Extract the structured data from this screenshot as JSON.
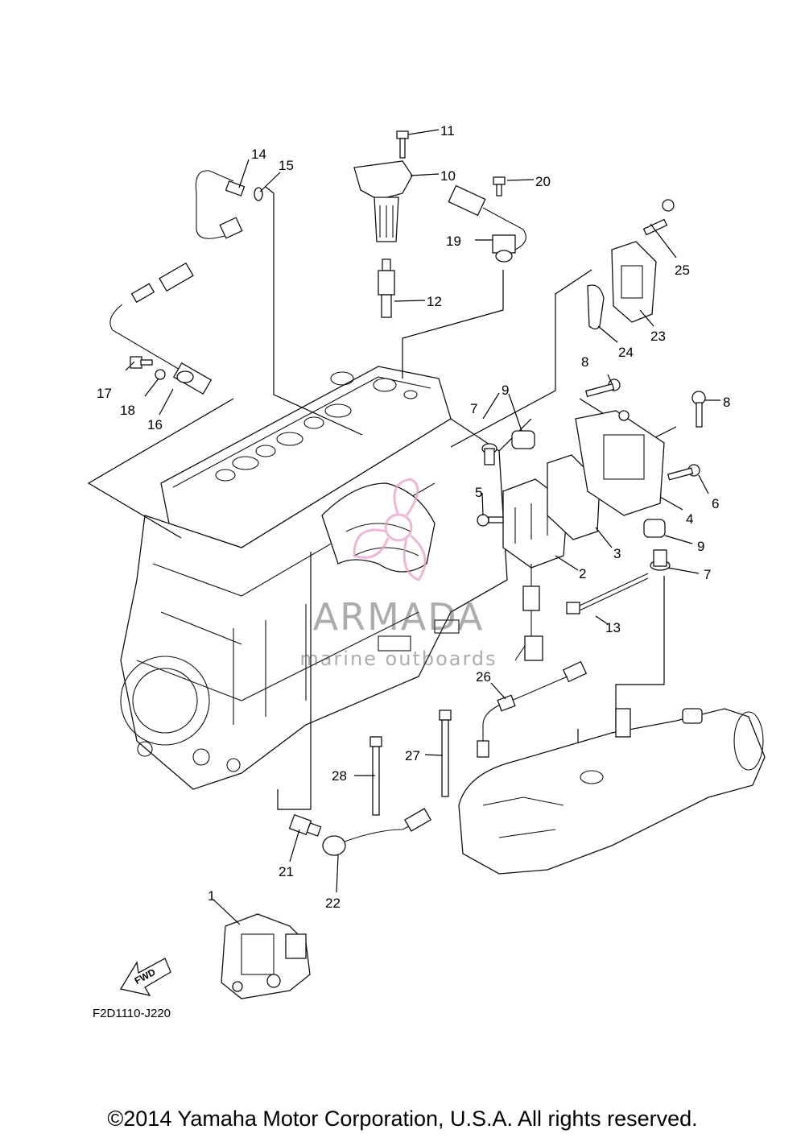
{
  "callouts": [
    {
      "id": "c1",
      "text": "1"
    },
    {
      "id": "c2",
      "text": "2"
    },
    {
      "id": "c3",
      "text": "3"
    },
    {
      "id": "c4",
      "text": "4"
    },
    {
      "id": "c5",
      "text": "5"
    },
    {
      "id": "c6",
      "text": "6"
    },
    {
      "id": "c7a",
      "text": "7"
    },
    {
      "id": "c7b",
      "text": "7"
    },
    {
      "id": "c8a",
      "text": "8"
    },
    {
      "id": "c8b",
      "text": "8"
    },
    {
      "id": "c9a",
      "text": "9"
    },
    {
      "id": "c9b",
      "text": "9"
    },
    {
      "id": "c10",
      "text": "10"
    },
    {
      "id": "c11",
      "text": "11"
    },
    {
      "id": "c12",
      "text": "12"
    },
    {
      "id": "c13",
      "text": "13"
    },
    {
      "id": "c14",
      "text": "14"
    },
    {
      "id": "c15",
      "text": "15"
    },
    {
      "id": "c16",
      "text": "16"
    },
    {
      "id": "c17",
      "text": "17"
    },
    {
      "id": "c18",
      "text": "18"
    },
    {
      "id": "c19",
      "text": "19"
    },
    {
      "id": "c20",
      "text": "20"
    },
    {
      "id": "c21",
      "text": "21"
    },
    {
      "id": "c22",
      "text": "22"
    },
    {
      "id": "c23",
      "text": "23"
    },
    {
      "id": "c24",
      "text": "24"
    },
    {
      "id": "c25",
      "text": "25"
    },
    {
      "id": "c26",
      "text": "26"
    },
    {
      "id": "c27",
      "text": "27"
    },
    {
      "id": "c28",
      "text": "28"
    }
  ],
  "fwd_label": "FWD",
  "diagram_code": "F2D1110-J220",
  "watermark": {
    "brand": "ARMADA",
    "tagline": "marine outboards",
    "color": "#e8a0c8"
  },
  "copyright": "©2014 Yamaha Motor Corporation, U.S.A. All rights reserved."
}
